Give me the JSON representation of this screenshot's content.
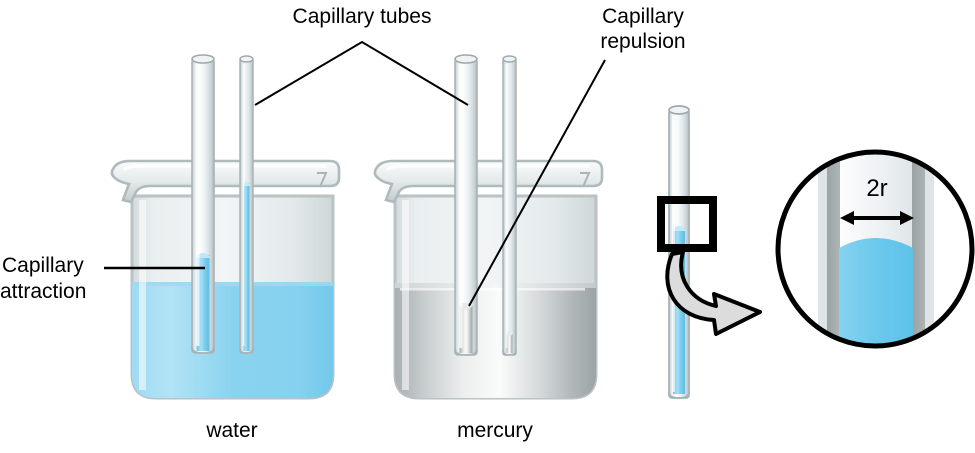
{
  "figure": {
    "title": "Capillary action in water and mercury",
    "background": "#ffffff"
  },
  "labels": {
    "capillary_tubes": "Capillary tubes",
    "capillary_repulsion_line1": "Capillary",
    "capillary_repulsion_line2": "repulsion",
    "capillary_attraction_line1": "Capillary",
    "capillary_attraction_line2": "attraction",
    "water": "water",
    "mercury": "mercury",
    "radius_label": "2r"
  },
  "colors": {
    "water": "#85d0ef",
    "water_light": "#a9ddf4",
    "water_deep": "#5ec3ea",
    "glass_light": "#eef2f3",
    "glass_mid": "#dfe5e7",
    "glass_edge": "#b6c0c3",
    "mercury_dark": "#9ea5a7",
    "mercury_light": "#f1f3f3",
    "mercury_mid": "#c6cbcc",
    "outline": "#000000",
    "callout_fill": "#dcdcdc",
    "magnifier_wall": "#9aa2a4",
    "magnifier_inner": "#e9eef0"
  },
  "beakers": [
    {
      "id": "water-beaker",
      "liquid": "water",
      "caption": "water",
      "tubes": [
        {
          "id": "water-wide-tube",
          "bore": "wide",
          "rise": "moderate"
        },
        {
          "id": "water-narrow-tube",
          "bore": "narrow",
          "rise": "high"
        }
      ]
    },
    {
      "id": "mercury-beaker",
      "liquid": "mercury",
      "caption": "mercury",
      "tubes": [
        {
          "id": "mercury-wide-tube",
          "bore": "wide",
          "rise": "depressed"
        },
        {
          "id": "mercury-narrow-tube",
          "bore": "narrow",
          "rise": "depressed-more"
        }
      ]
    }
  ],
  "detail": {
    "standalone_tube_id": "detail-capillary-tube",
    "highlight_box": "meniscus-region",
    "callout_arrow": "curved-arrow",
    "magnifier": {
      "shape": "circle",
      "shows": "tube bore with concave water meniscus",
      "dimension_label": "2r"
    }
  }
}
